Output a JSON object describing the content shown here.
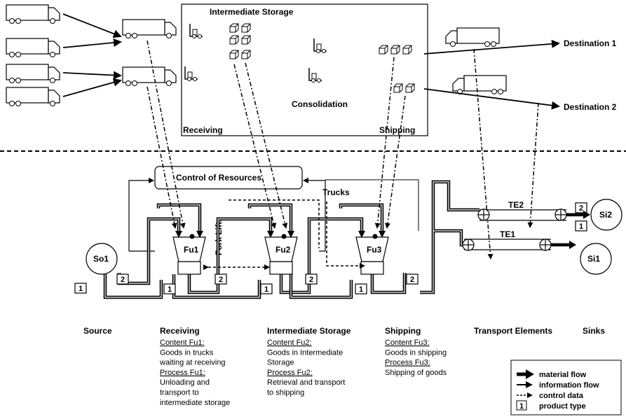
{
  "storage": {
    "title": "Intermediate Storage",
    "consolidation": "Consolidation",
    "receiving": "Receiving",
    "shipping": "Shipping"
  },
  "destinations": [
    "Destination 1",
    "Destination 2"
  ],
  "model": {
    "control": "Control of Resources",
    "trucks": "Trucks",
    "fork_lifts": "Fork Lifts",
    "source": "So1",
    "units": [
      "Fu1",
      "Fu2",
      "Fu3"
    ],
    "transport_elements": [
      "TE2",
      "TE1"
    ],
    "sinks": [
      "Si2",
      "Si1"
    ],
    "product_types": [
      "1",
      "2"
    ]
  },
  "columns": [
    {
      "heading": "Source",
      "lines": []
    },
    {
      "heading": "Receiving",
      "lines": [
        {
          "text": "Content Fu1:",
          "u": true
        },
        {
          "text": "Goods in trucks"
        },
        {
          "text": "waiting at receiving"
        },
        {
          "text": "Process Fu1:",
          "u": true
        },
        {
          "text": "Unloading and"
        },
        {
          "text": "transport to"
        },
        {
          "text": "intermediate storage"
        }
      ]
    },
    {
      "heading": "Intermediate Storage",
      "lines": [
        {
          "text": "Content Fu2:",
          "u": true
        },
        {
          "text": "Goods in Intermediate"
        },
        {
          "text": "Storage"
        },
        {
          "text": "Process Fu2:",
          "u": true
        },
        {
          "text": "Retrieval and transport"
        },
        {
          "text": "to shipping"
        }
      ]
    },
    {
      "heading": "Shipping",
      "lines": [
        {
          "text": "Content Fu3:",
          "u": true
        },
        {
          "text": "Goods in shipping"
        },
        {
          "text": "Process Fu3:",
          "u": true
        },
        {
          "text": "Shipping of goods"
        }
      ]
    },
    {
      "heading": "Transport Elements",
      "lines": []
    },
    {
      "heading": "Sinks",
      "lines": []
    }
  ],
  "legend": {
    "material": "material flow",
    "information": "information flow",
    "control": "control data",
    "product_box": "1",
    "product": "product type"
  }
}
